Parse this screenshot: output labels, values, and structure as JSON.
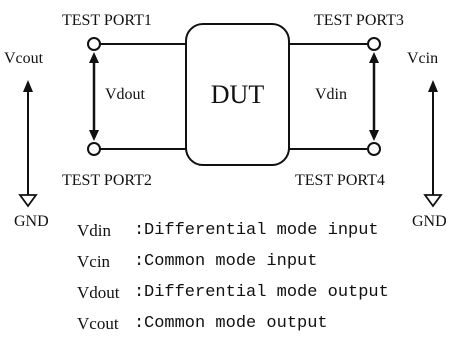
{
  "ports": {
    "port1": "TEST PORT1",
    "port2": "TEST PORT2",
    "port3": "TEST PORT3",
    "port4": "TEST PORT4"
  },
  "dut_label": "DUT",
  "voltages": {
    "vcout": "Vcout",
    "vdout": "Vdout",
    "vdin": "Vdin",
    "vcin": "Vcin"
  },
  "ground": {
    "left": "GND",
    "right": "GND"
  },
  "legend": [
    {
      "term": "Vdin",
      "sep": ":",
      "desc": "Differential mode input"
    },
    {
      "term": "Vcin",
      "sep": ":",
      "desc": "Common mode input"
    },
    {
      "term": "Vdout",
      "sep": ":",
      "desc": "Differential mode output"
    },
    {
      "term": "Vcout",
      "sep": ":",
      "desc": "Common mode output"
    }
  ]
}
